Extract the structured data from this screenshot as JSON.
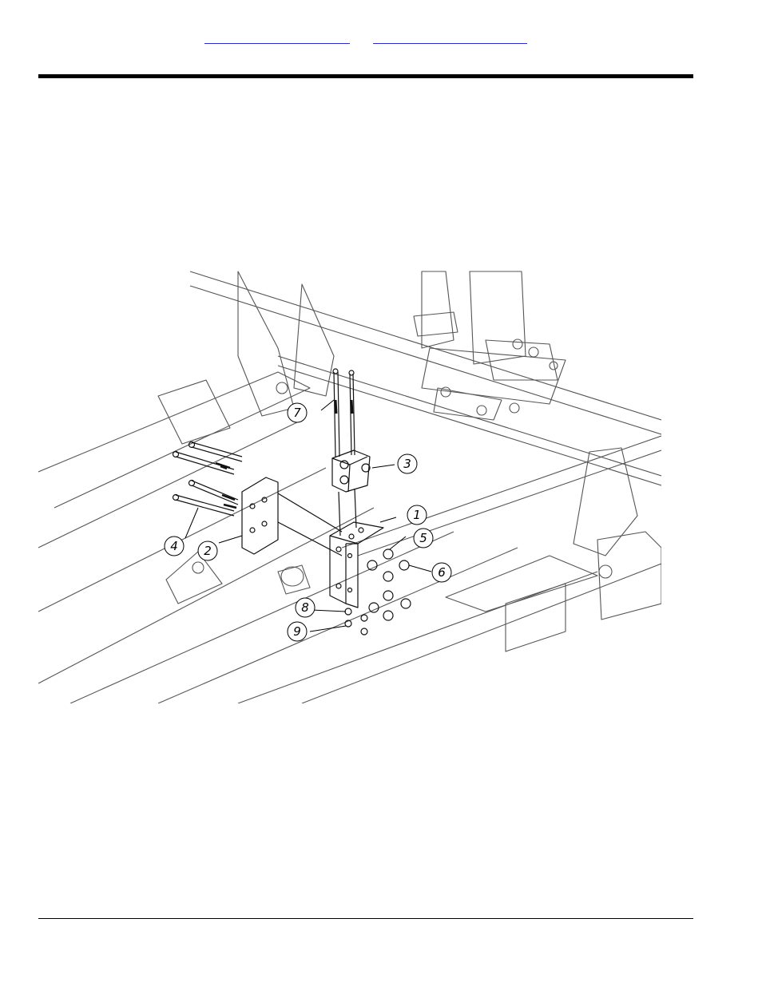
{
  "header": {
    "links": [
      {
        "id": "link-a",
        "label": ""
      },
      {
        "id": "link-b",
        "label": ""
      }
    ]
  },
  "diagram": {
    "callouts": [
      "1",
      "2",
      "3",
      "4",
      "5",
      "6",
      "7",
      "8",
      "9"
    ]
  },
  "colors": {
    "link": "#2b2bd6",
    "line": "#000000",
    "diagram_stroke": "#555555"
  }
}
